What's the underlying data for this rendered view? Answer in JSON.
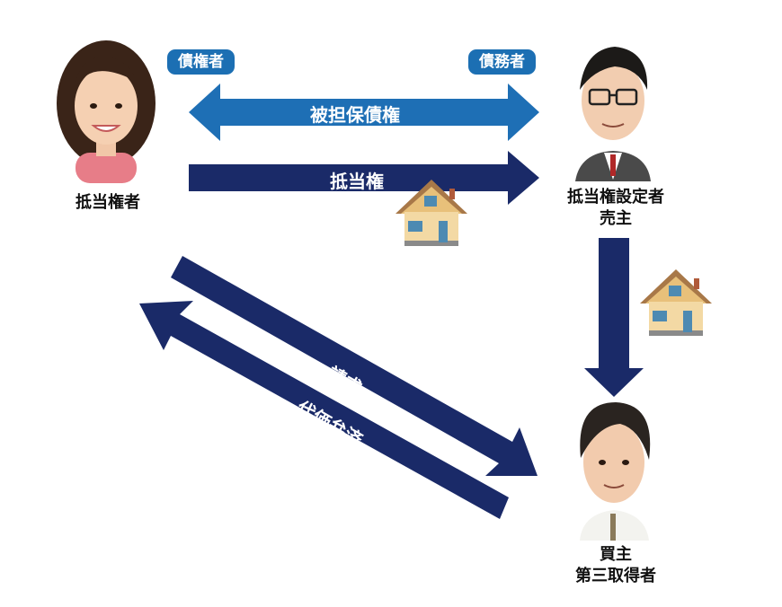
{
  "badges": {
    "creditor": "債権者",
    "debtor": "債務者"
  },
  "people": {
    "mortgagee": {
      "label": "抵当権者"
    },
    "mortgagor": {
      "line1": "抵当権設定者",
      "line2": "売主"
    },
    "buyer": {
      "line1": "買主",
      "line2": "第三取得者"
    }
  },
  "arrows": {
    "secured_claim": "被担保債権",
    "mortgage": "抵当権",
    "claim": "請求",
    "payment": "代価弁済"
  },
  "colors": {
    "light_arrow": "#1e6fb5",
    "dark_arrow": "#1a2a68",
    "badge": "#1c6fb3"
  }
}
